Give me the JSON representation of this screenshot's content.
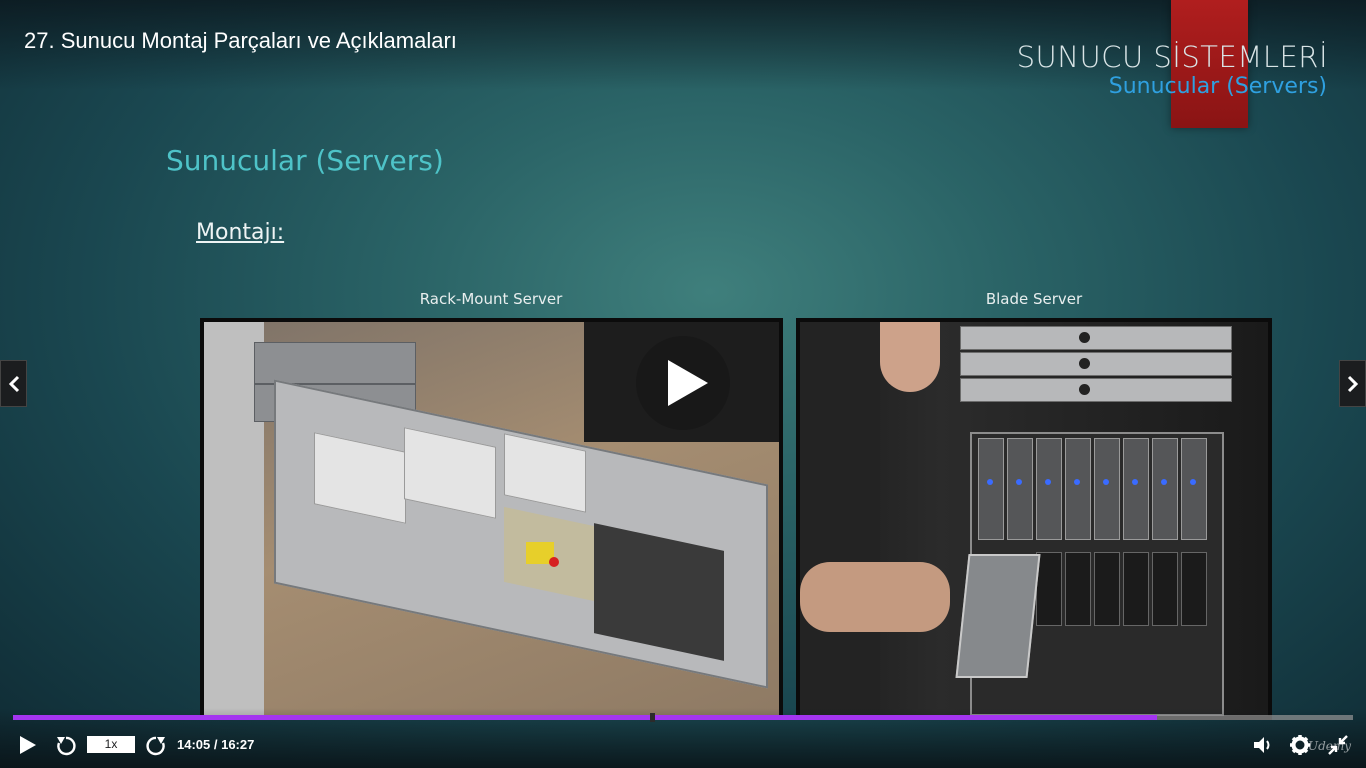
{
  "player": {
    "lecture_title": "27. Sunucu Montaj Parçaları ve Açıklamaları",
    "current_time": "14:05",
    "duration": "16:27",
    "time_display": "14:05 / 16:27",
    "speed_label": "1x",
    "progress_fraction": 0.854,
    "accent_color": "#a435f0",
    "watermark": "Udemy"
  },
  "slide": {
    "brand_title": "SUNUCU SİSTEMLERİ",
    "brand_subtitle": "Sunucular (Servers)",
    "heading": "Sunucular (Servers)",
    "subheading": "Montajı:",
    "left_caption": "Rack-Mount Server",
    "right_caption": "Blade Server",
    "heading_color": "#4ec3c8",
    "brand_sub_color": "#2fa0e0"
  },
  "icons": {
    "prev": "chevron-left-icon",
    "next": "chevron-right-icon",
    "center_play": "play-icon",
    "play": "play-icon",
    "rewind": "rewind-5-icon",
    "forward": "forward-5-icon",
    "volume": "volume-icon",
    "settings": "gear-icon",
    "fullscreen": "exit-fullscreen-icon"
  }
}
